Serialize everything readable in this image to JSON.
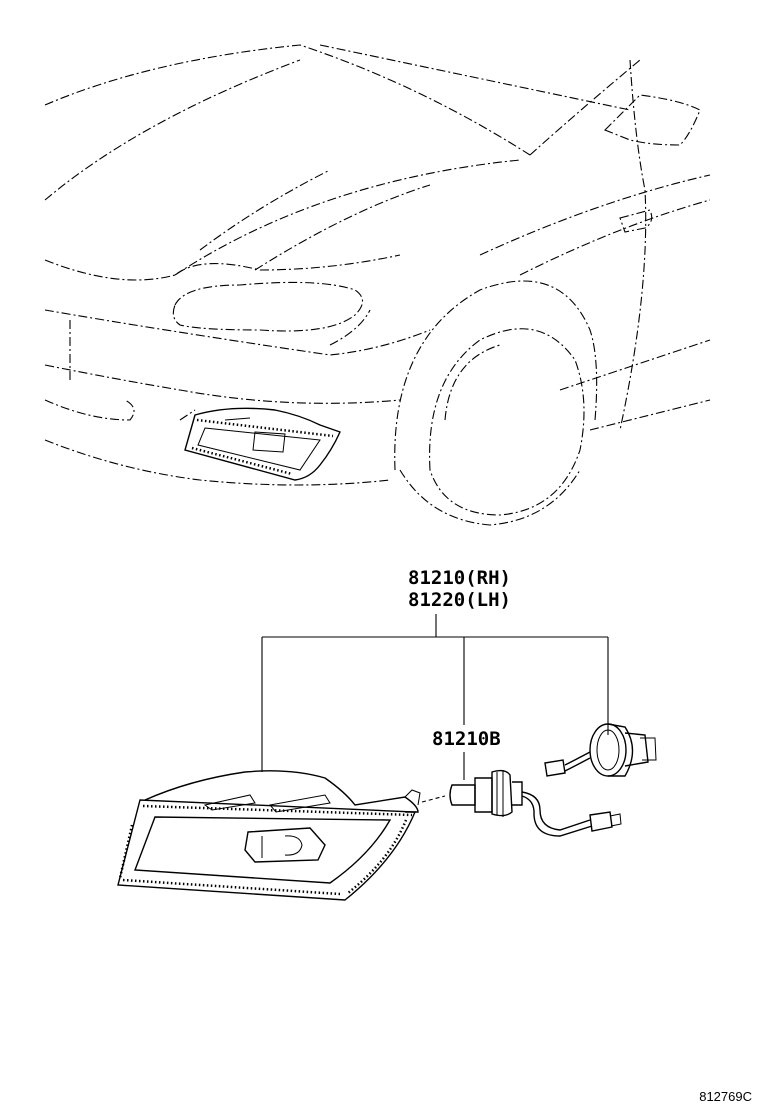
{
  "labels": {
    "part_rh": "81210(RH)",
    "part_lh": "81220(LH)",
    "bulb": "81210B",
    "illustration_ref": "812769C"
  },
  "colors": {
    "ink": "#000000",
    "paper": "#ffffff"
  }
}
